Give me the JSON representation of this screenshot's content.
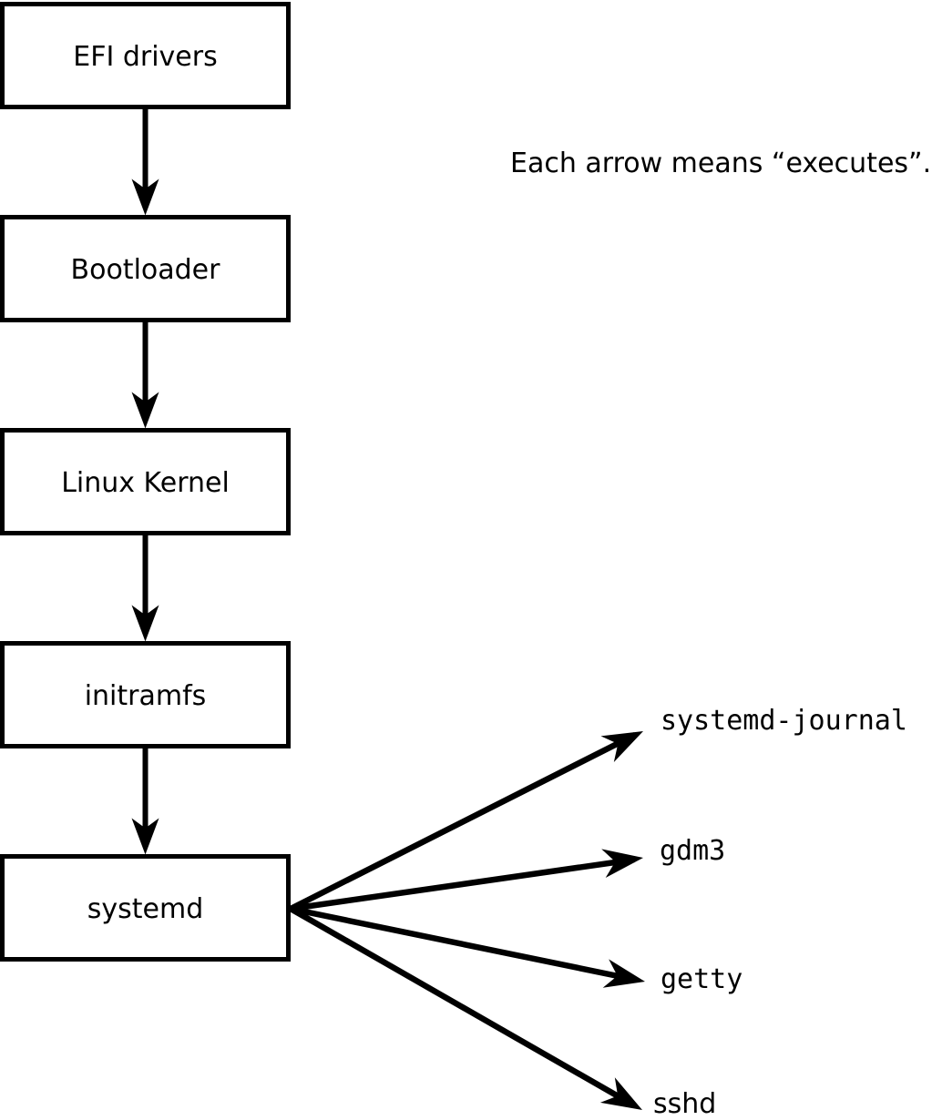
{
  "note": {
    "text": "Each arrow means “executes”."
  },
  "boxes": [
    {
      "label": "EFI drivers"
    },
    {
      "label": "Bootloader"
    },
    {
      "label": "Linux Kernel"
    },
    {
      "label": "initramfs"
    },
    {
      "label": "systemd"
    }
  ],
  "targets": [
    {
      "label": "systemd-journal"
    },
    {
      "label": "gdm3"
    },
    {
      "label": "getty"
    },
    {
      "label": "sshd"
    }
  ],
  "arrow_meaning": "executes",
  "colors": {
    "stroke": "#000000",
    "box_fill": "#ffffff",
    "background": "#ffffff",
    "text": "#000000"
  }
}
